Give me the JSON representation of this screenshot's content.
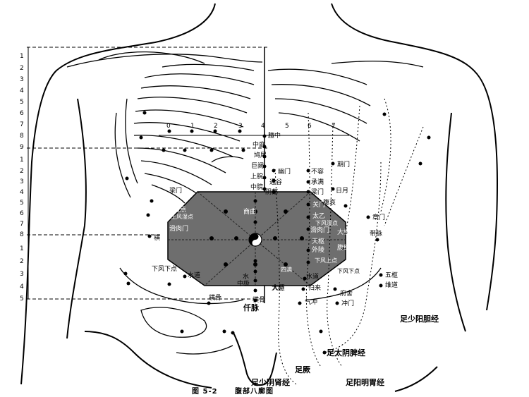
{
  "caption": {
    "fig": "图 5-2",
    "title": "腹部八廓图"
  },
  "scale_left_upper": [
    "1",
    "2",
    "3",
    "4",
    "5",
    "6",
    "7",
    "8",
    "9"
  ],
  "scale_left_mid": [
    "1",
    "2",
    "3",
    "4",
    "5",
    "6",
    "7",
    "8"
  ],
  "scale_left_low": [
    "1",
    "2",
    "3",
    "4",
    "5"
  ],
  "scale_top": [
    "0",
    "1",
    "2",
    "3",
    "4",
    "5",
    "6",
    "7"
  ],
  "meridians": {
    "ren": "仟脉",
    "shaoyin": "足少阴肾经",
    "yangming": "足阳明胃经",
    "taiyin": "足太阴脾经",
    "shaoyang": "足少阳胆经",
    "jueyin": "足厥"
  },
  "points_center": [
    "膻中",
    "中庭",
    "鸠尾",
    "巨阙",
    "上脘",
    "中脘",
    "阴都",
    "通谷",
    "幽门"
  ],
  "points_right": [
    "不容",
    "承满",
    "梁门",
    "关门",
    "太乙",
    "滑肉门",
    "天枢",
    "外陵",
    "大巨",
    "水道",
    "归来",
    "气冲"
  ],
  "points_far_right": [
    "期门",
    "日月",
    "腹哀",
    "大横",
    "腹结",
    "府舍",
    "冲门",
    "章门",
    "带脉",
    "五枢",
    "维道"
  ],
  "points_left": [
    "梁门",
    "上风湿点",
    "滑肉门",
    "横",
    "下风下点",
    "水道",
    "商曲",
    "横骨"
  ],
  "points_lower_center": [
    "中极",
    "大赫",
    "横骨",
    "水"
  ],
  "octagon_labels": [
    "上风湿点",
    "下风湿点",
    "下风下点",
    "下风上点",
    "四满"
  ]
}
